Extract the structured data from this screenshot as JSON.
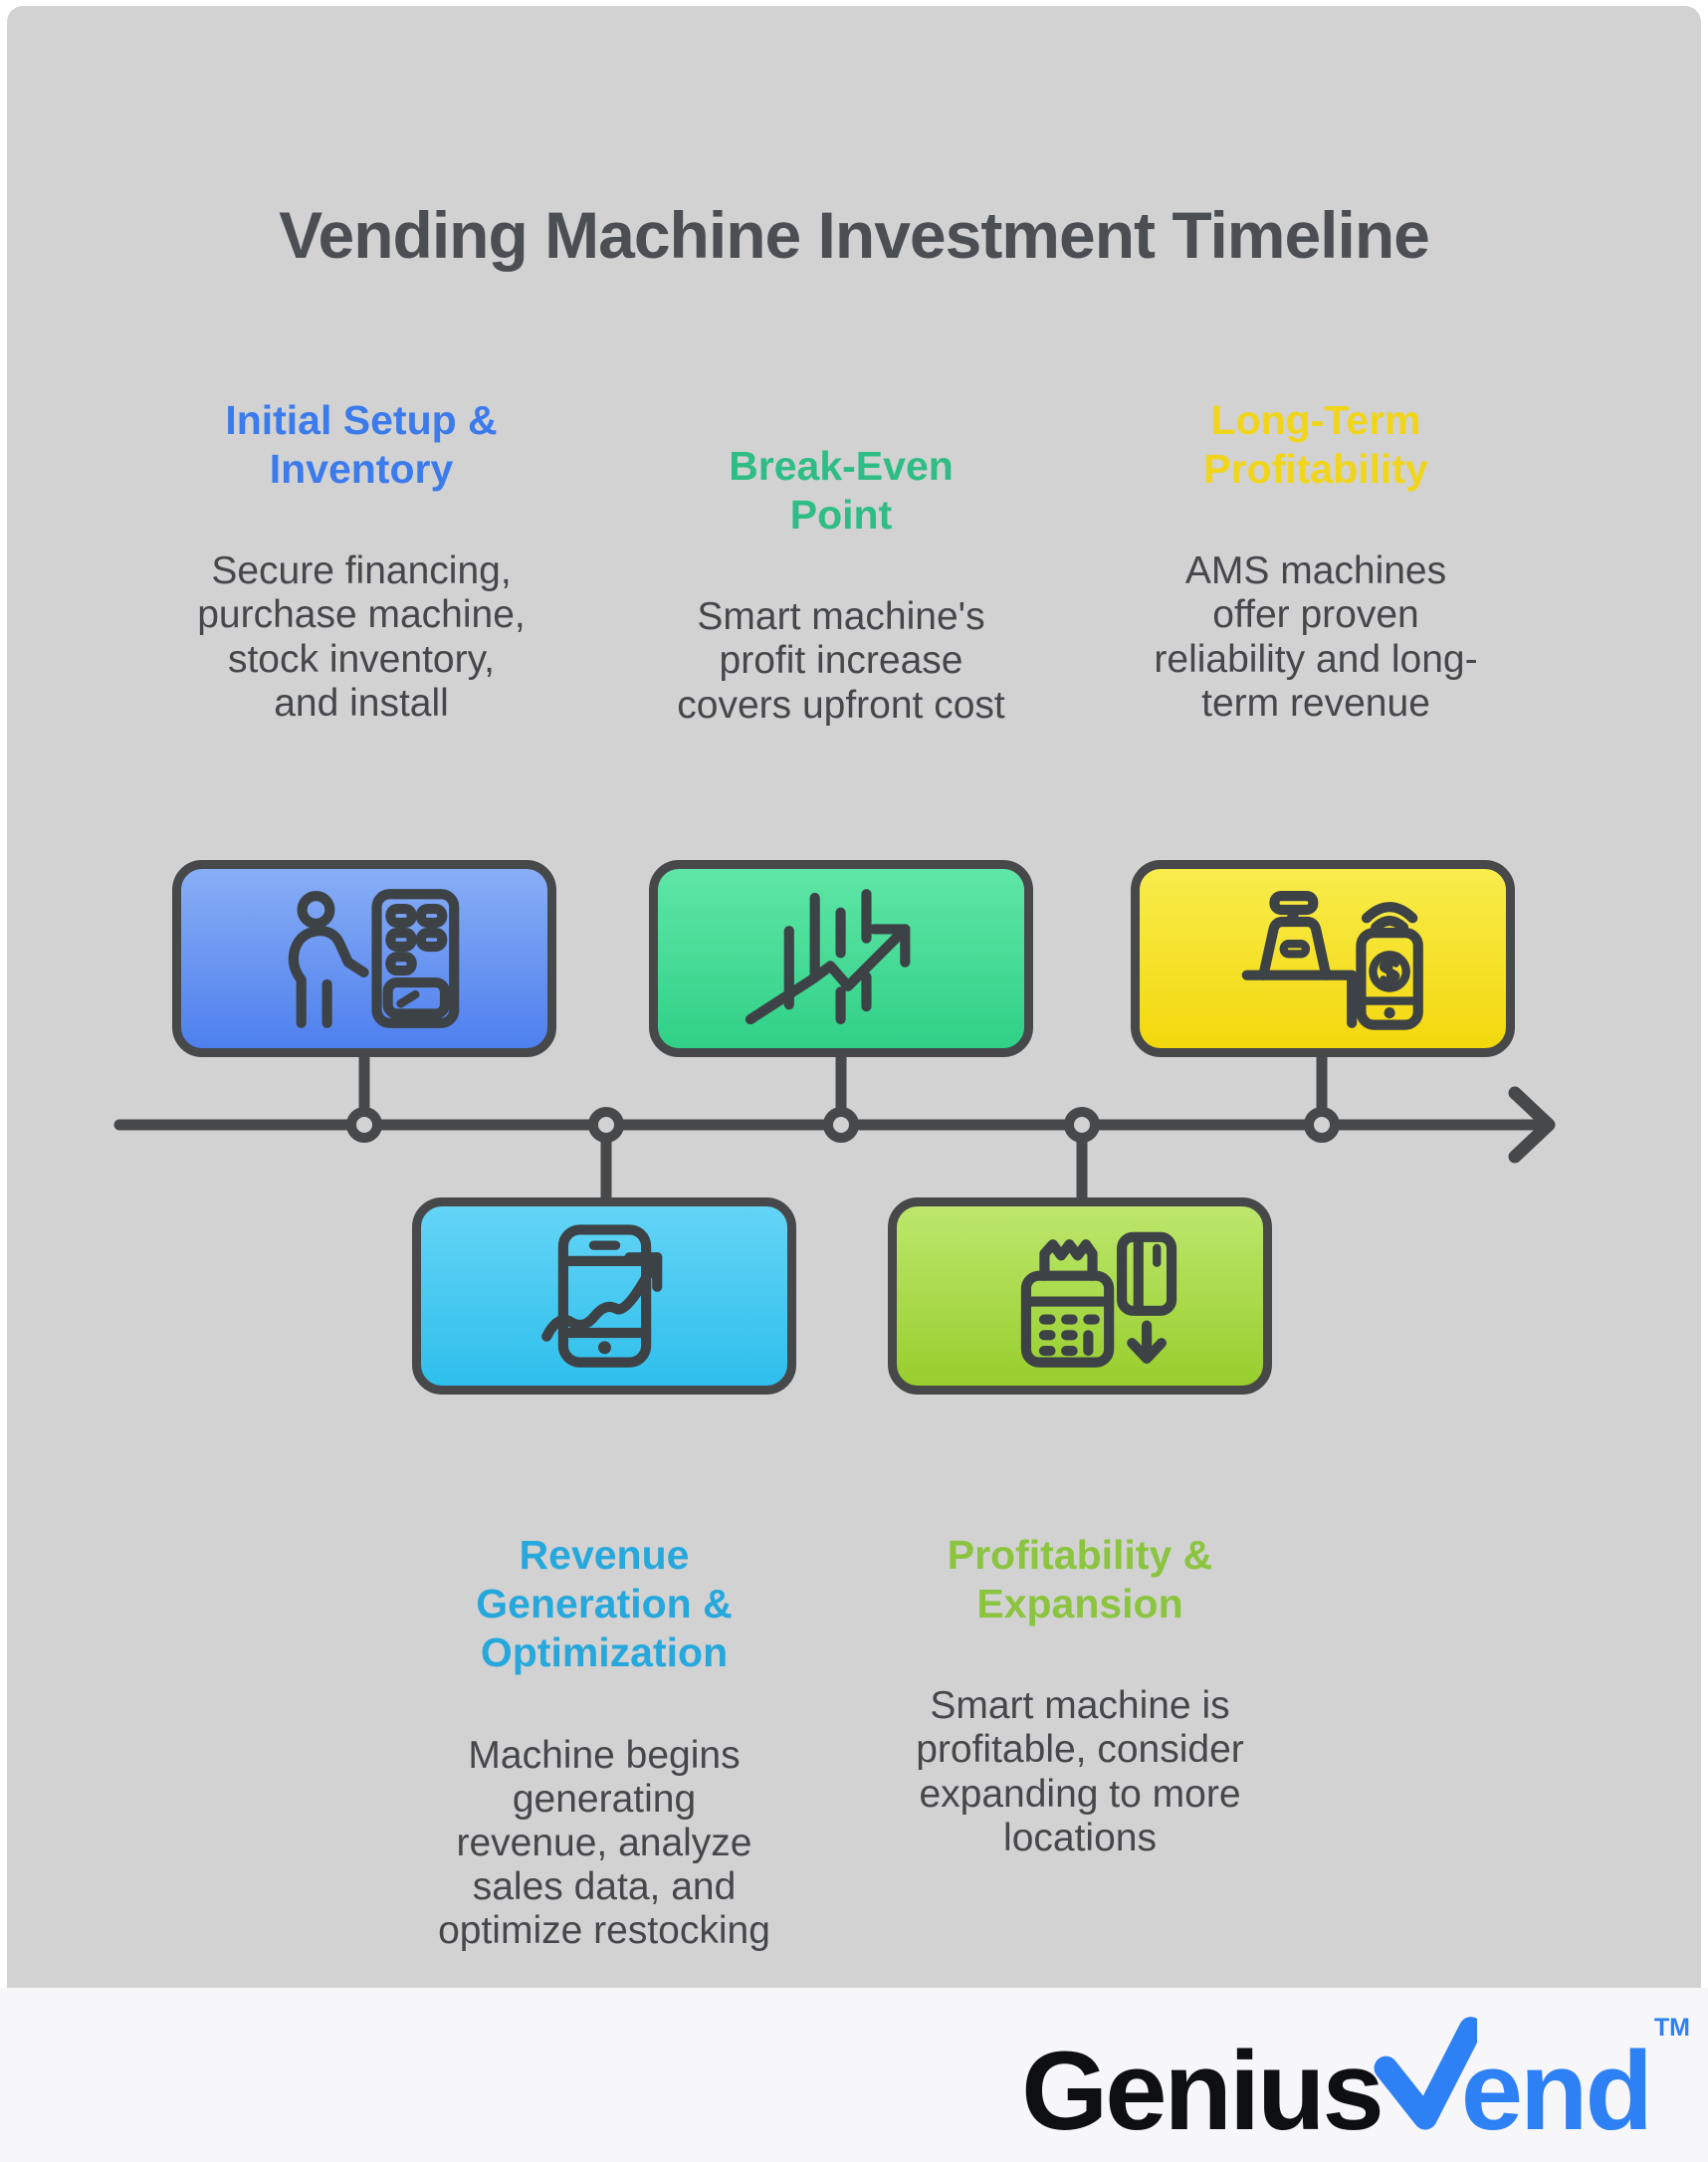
{
  "colors": {
    "canvas_background": "#d2d2d3",
    "frame_background": "#ffffff",
    "footer_background": "#f7f7f9",
    "outline_dark": "#46484a",
    "icon_stroke": "#3d4246",
    "title_color": "#4b4f54",
    "body_text": "#46474a",
    "logo_black": "#0e0f12",
    "logo_blue": "#2e80f5"
  },
  "title": "Vending Machine Investment Timeline",
  "timeline": {
    "stages": [
      {
        "order": 1,
        "position": "top",
        "heading": "Initial Setup &\nInventory",
        "heading_color": "#3c7bec",
        "body": "Secure financing,\npurchase machine,\nstock inventory,\nand install",
        "icon": "person-vending-machine-icon",
        "box_color_top": "#88aef5",
        "box_color_bottom": "#4e80ee"
      },
      {
        "order": 2,
        "position": "bottom",
        "heading": "Revenue\nGeneration &\nOptimization",
        "heading_color": "#27a8dc",
        "body": "Machine begins\ngenerating\nrevenue, analyze\nsales data, and\noptimize restocking",
        "icon": "smartphone-growth-chart-icon",
        "box_color_top": "#64d4f6",
        "box_color_bottom": "#2ebfec"
      },
      {
        "order": 3,
        "position": "top",
        "heading": "Break-Even\nPoint",
        "heading_color": "#2ebd84",
        "body": "Smart machine's\nprofit increase\ncovers upfront cost",
        "icon": "stock-chart-arrow-icon",
        "box_color_top": "#5fe6a6",
        "box_color_bottom": "#30d087"
      },
      {
        "order": 4,
        "position": "bottom",
        "heading": "Profitability &\nExpansion",
        "heading_color": "#8bc43e",
        "body": "Smart machine is\nprofitable, consider\nexpanding to more\nlocations",
        "icon": "payment-terminal-card-icon",
        "box_color_top": "#bce76c",
        "box_color_bottom": "#98ce2d"
      },
      {
        "order": 5,
        "position": "top",
        "heading": "Long-Term\nProfitability",
        "heading_color": "#f1d51b",
        "body": "AMS machines\noffer proven\nreliability and long-\nterm revenue",
        "icon": "cash-register-mobile-payment-icon",
        "box_color_top": "#f9ec4c",
        "box_color_bottom": "#f3d80c"
      }
    ]
  },
  "footer": {
    "brand_prefix": "Genius",
    "brand_suffix": "end",
    "brand_checkmark": "check-v-icon",
    "trademark": "TM"
  }
}
